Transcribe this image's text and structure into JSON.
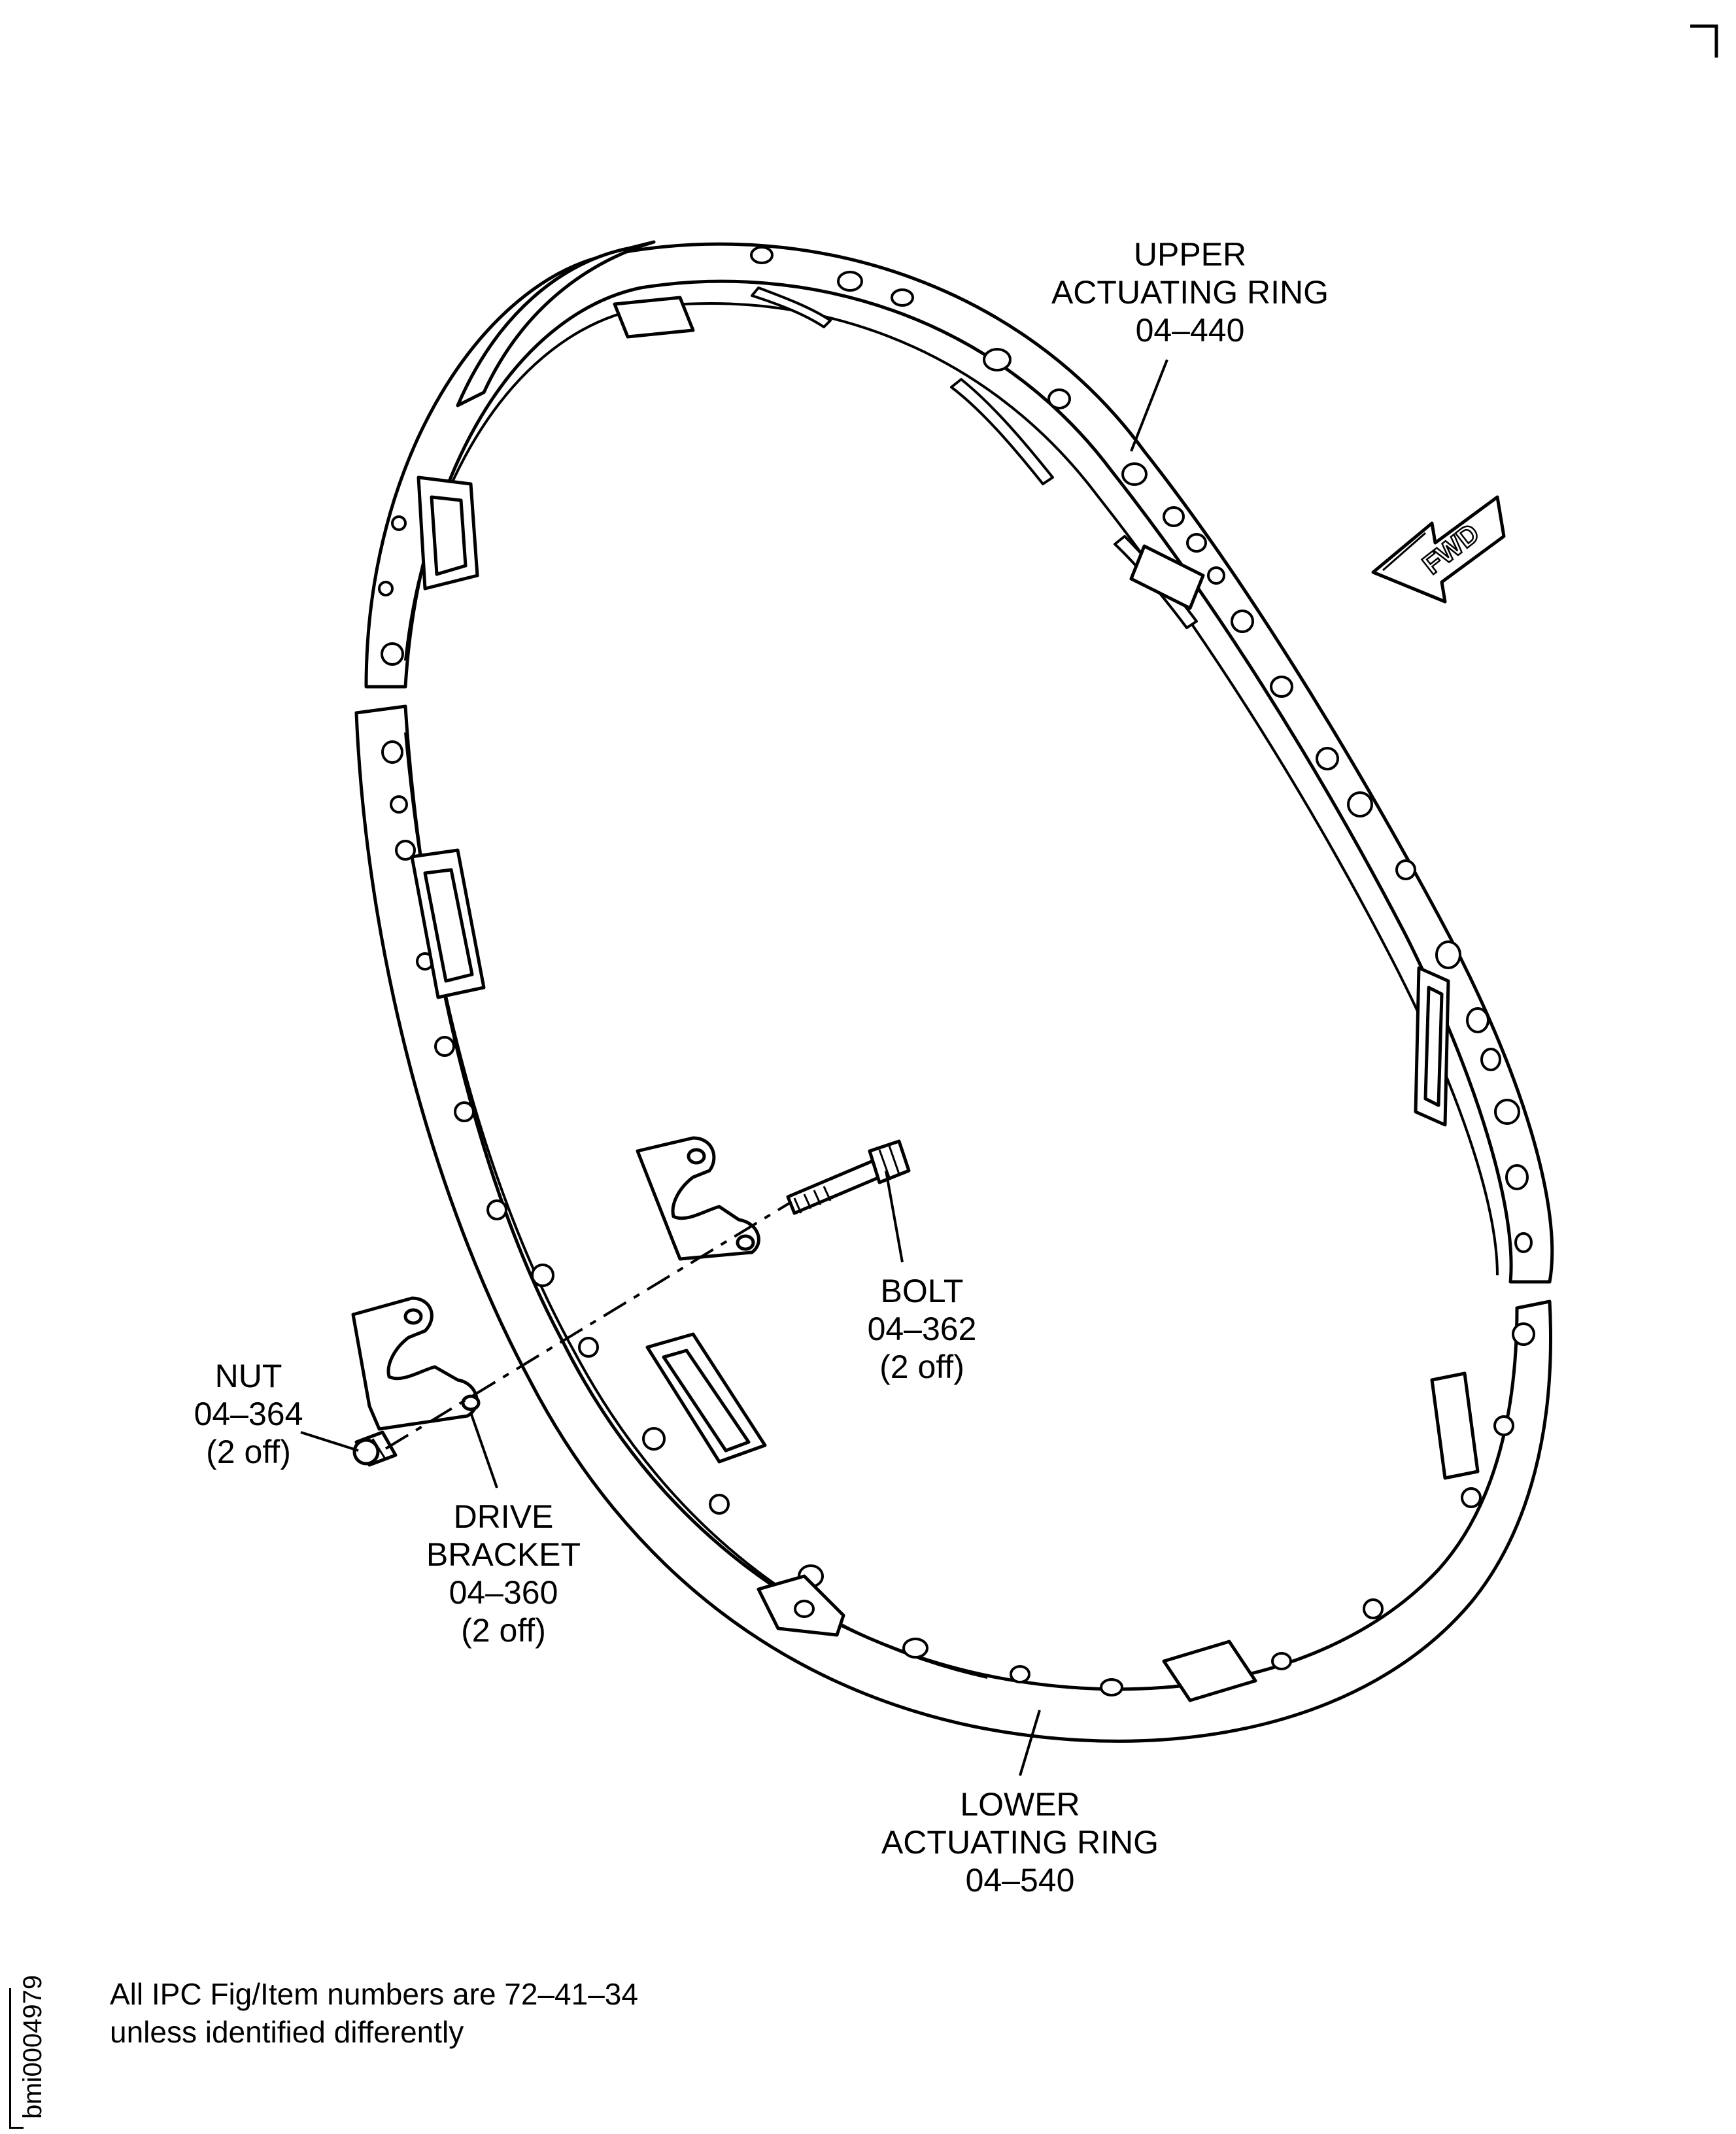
{
  "labels": {
    "upper_ring": {
      "line1": "UPPER",
      "line2": "ACTUATING RING",
      "line3": "04–440"
    },
    "fwd": "FWD",
    "bolt": {
      "line1": "BOLT",
      "line2": "04–362",
      "line3": "(2 off)"
    },
    "nut": {
      "line1": "NUT",
      "line2": "04–364",
      "line3": "(2 off)"
    },
    "drive_bracket": {
      "line1": "DRIVE",
      "line2": "BRACKET",
      "line3": "04–360",
      "line4": "(2 off)"
    },
    "lower_ring": {
      "line1": "LOWER",
      "line2": "ACTUATING RING",
      "line3": "04–540"
    }
  },
  "note": {
    "line1": "All IPC Fig/Item numbers are 72–41–34",
    "line2": "unless identified differently"
  },
  "figure_id": "bmi0004979",
  "colors": {
    "line": "#000000",
    "background": "#ffffff"
  }
}
